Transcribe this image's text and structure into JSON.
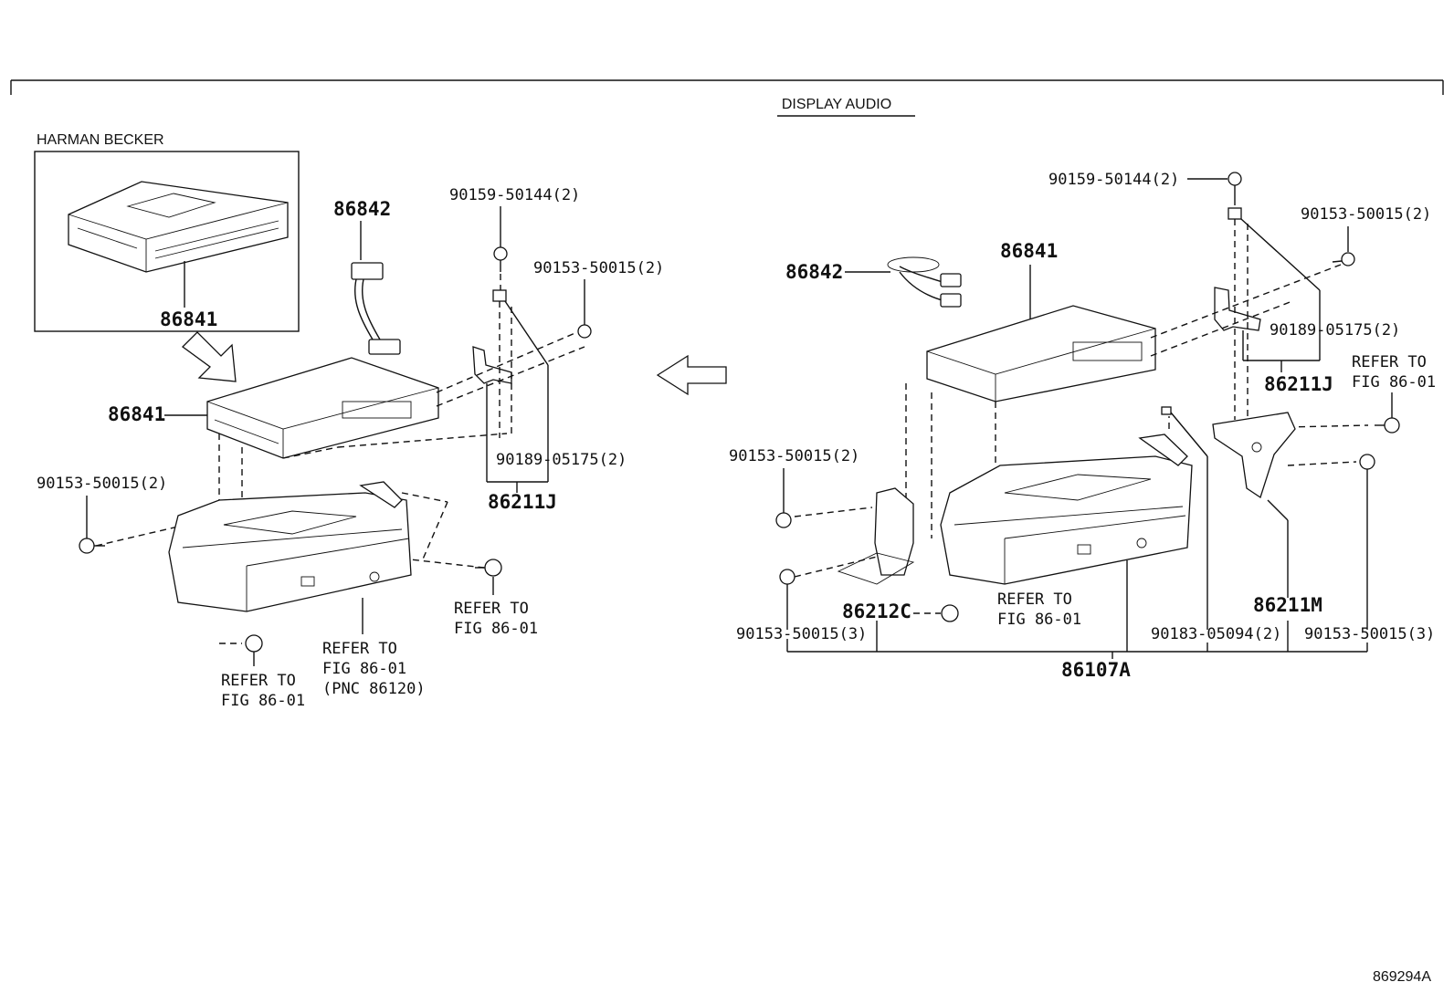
{
  "header": {
    "section_title": "DISPLAY AUDIO",
    "variant_label": "HARMAN BECKER"
  },
  "footer": {
    "figure_code": "869294A"
  },
  "left": {
    "inset_part": "86841",
    "cable": "86842",
    "screw_top": "90159-50144(2)",
    "bolt_right": "90153-50015(2)",
    "clip": "90189-05175(2)",
    "bracket": "86211J",
    "unit": "86841",
    "bolt_left": "90153-50015(2)",
    "refer_right": [
      "REFER TO",
      "FIG 86-01"
    ],
    "refer_bottom_left": [
      "REFER TO",
      "FIG 86-01"
    ],
    "refer_bottom_center": [
      "REFER TO",
      "FIG 86-01",
      "(PNC 86120)"
    ]
  },
  "right": {
    "screw_top": "90159-50144(2)",
    "bolt_top_right": "90153-50015(2)",
    "cable": "86842",
    "unit": "86841",
    "clip": "90189-05175(2)",
    "bracket_j": "86211J",
    "refer_right": [
      "REFER TO",
      "FIG 86-01"
    ],
    "bolt_left": "90153-50015(2)",
    "bracket_c": "86212C",
    "refer_bottom": [
      "REFER TO",
      "FIG 86-01"
    ],
    "bracket_m": "86211M",
    "bolt_bottom_left": "90153-50015(3)",
    "clip_bottom": "90183-05094(2)",
    "bolt_bottom_right": "90153-50015(3)",
    "assembly": "86107A"
  },
  "icons": [
    "assembly-arrow-icon",
    "direction-arrow-icon",
    "bolt-icon",
    "screw-icon",
    "clip-icon"
  ]
}
